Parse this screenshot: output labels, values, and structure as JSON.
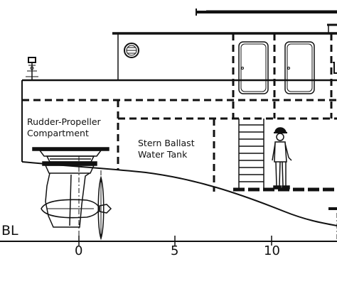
{
  "labels": {
    "rudder_compartment_line1": "Rudder-Propeller",
    "rudder_compartment_line2": "Compartment",
    "ballast_tank_line1": "Stern Ballast",
    "ballast_tank_line2": "Water Tank",
    "baseline": "BL"
  },
  "scale": {
    "ticks": [
      "0",
      "5",
      "10"
    ]
  }
}
